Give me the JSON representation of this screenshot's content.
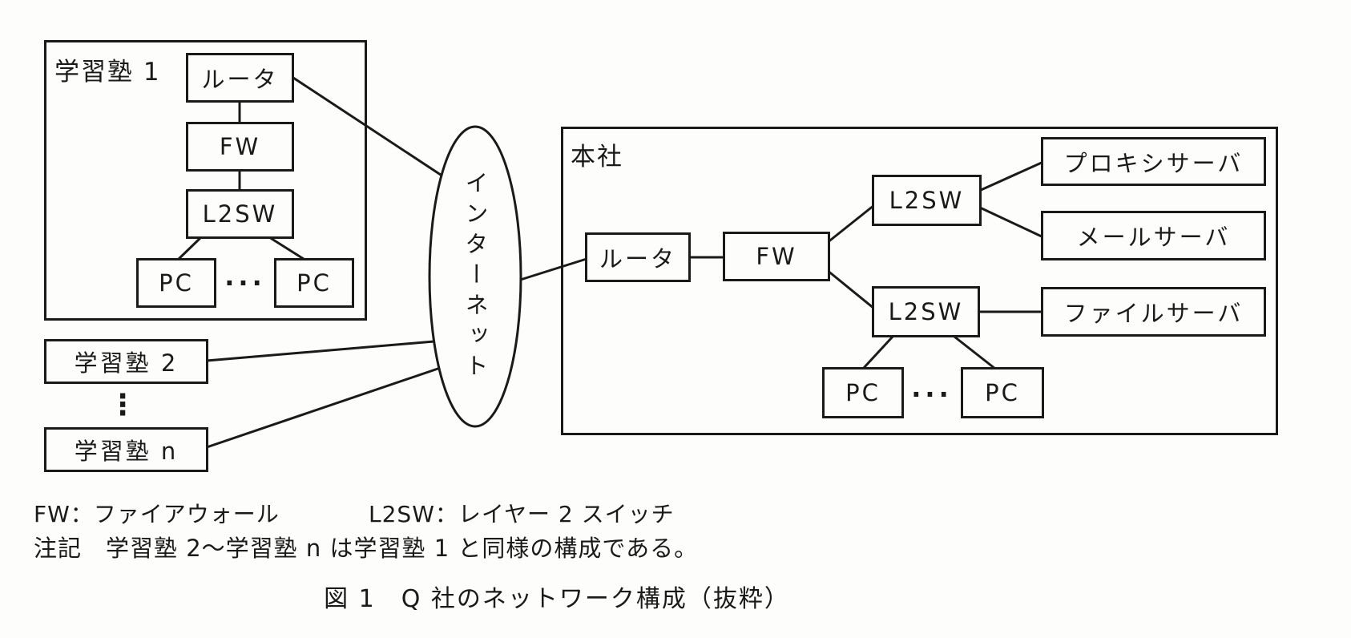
{
  "colors": {
    "ink": "#1a1a1a",
    "background": "#fdfdfc"
  },
  "school1": {
    "label": "学習塾 1",
    "router": "ルータ",
    "fw": "FW",
    "l2sw": "L2SW",
    "pc_left": "PC",
    "pc_right": "PC",
    "dots": "···"
  },
  "school2": {
    "label": "学習塾 2"
  },
  "school_n": {
    "label": "学習塾 n"
  },
  "between_schools_dots": "⋮",
  "internet": {
    "label": "インターネット"
  },
  "hq": {
    "label": "本社",
    "router": "ルータ",
    "fw": "FW",
    "l2sw_top": "L2SW",
    "l2sw_bottom": "L2SW",
    "proxy_server": "プロキシサーバ",
    "mail_server": "メールサーバ",
    "file_server": "ファイルサーバ",
    "pc_left": "PC",
    "pc_right": "PC",
    "dots": "···"
  },
  "legend": {
    "fw": "FW：ファイアウォール",
    "l2sw": "L2SW：レイヤー 2 スイッチ"
  },
  "note": "注記　学習塾 2～学習塾 n は学習塾 1 と同様の構成である。",
  "caption": "図 1　Q 社のネットワーク構成（抜粋）"
}
